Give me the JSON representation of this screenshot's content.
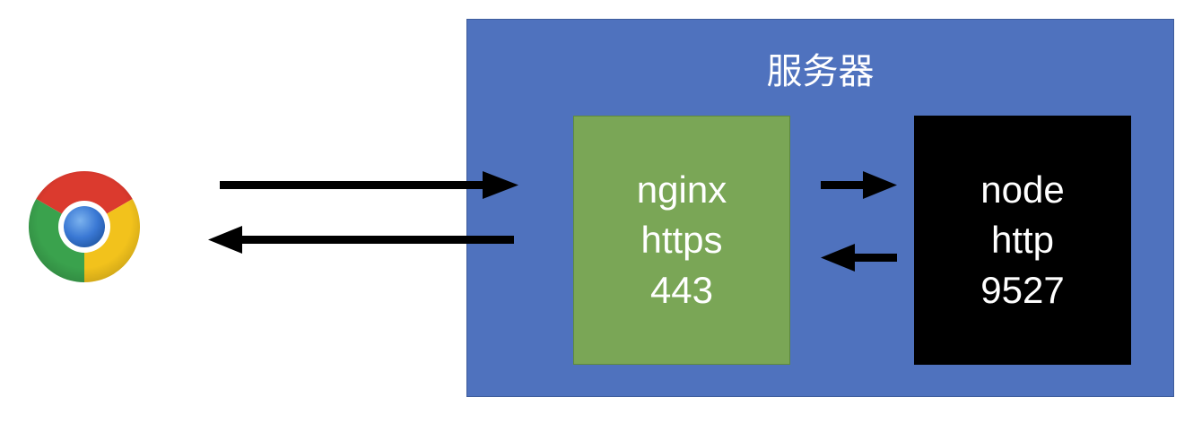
{
  "server": {
    "title": "服务器"
  },
  "nginx": {
    "lines": [
      "nginx",
      "https",
      "443"
    ]
  },
  "node": {
    "lines": [
      "node",
      "http",
      "9527"
    ]
  },
  "browser": {
    "icon": "chrome-icon"
  },
  "colors": {
    "server_bg": "#4f72be",
    "nginx_bg": "#7aa656",
    "node_bg": "#000000",
    "arrow": "#000000"
  }
}
